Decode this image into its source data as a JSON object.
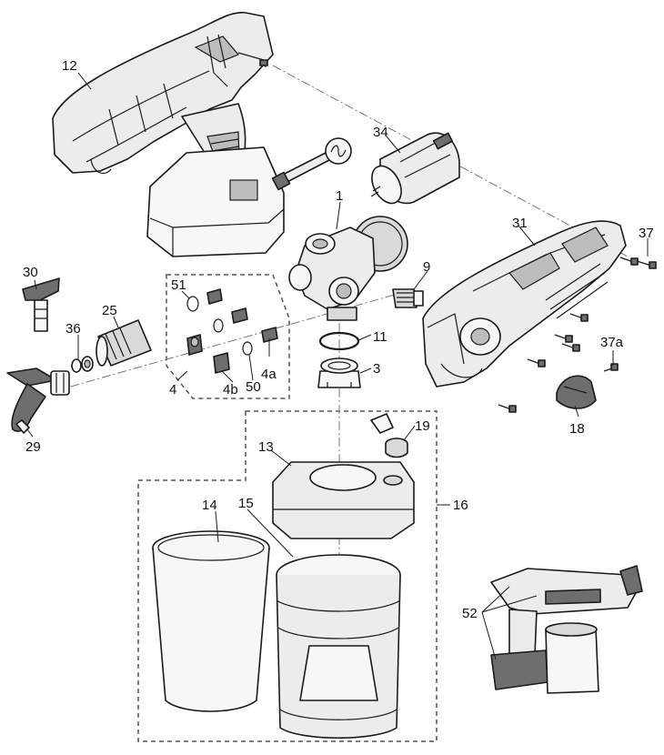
{
  "callouts": {
    "c12": "12",
    "c34": "34",
    "c1": "1",
    "c31": "31",
    "c37": "37",
    "c30": "30",
    "c51": "51",
    "c9": "9",
    "c25": "25",
    "c36": "36",
    "c11": "11",
    "c37a": "37a",
    "c3": "3",
    "c4a": "4a",
    "c4": "4",
    "c4b": "4b",
    "c50": "50",
    "c29": "29",
    "c18": "18",
    "c19": "19",
    "c13": "13",
    "c16": "16",
    "c14": "14",
    "c15": "15",
    "c52": "52"
  },
  "colors": {
    "line": "#1a1a1a",
    "fill": "#d9d9d9",
    "dark": "#6e6e6e",
    "dashed_box": "#555555"
  },
  "icons": {
    "power_symbol": "ac-power-symbol-icon"
  }
}
